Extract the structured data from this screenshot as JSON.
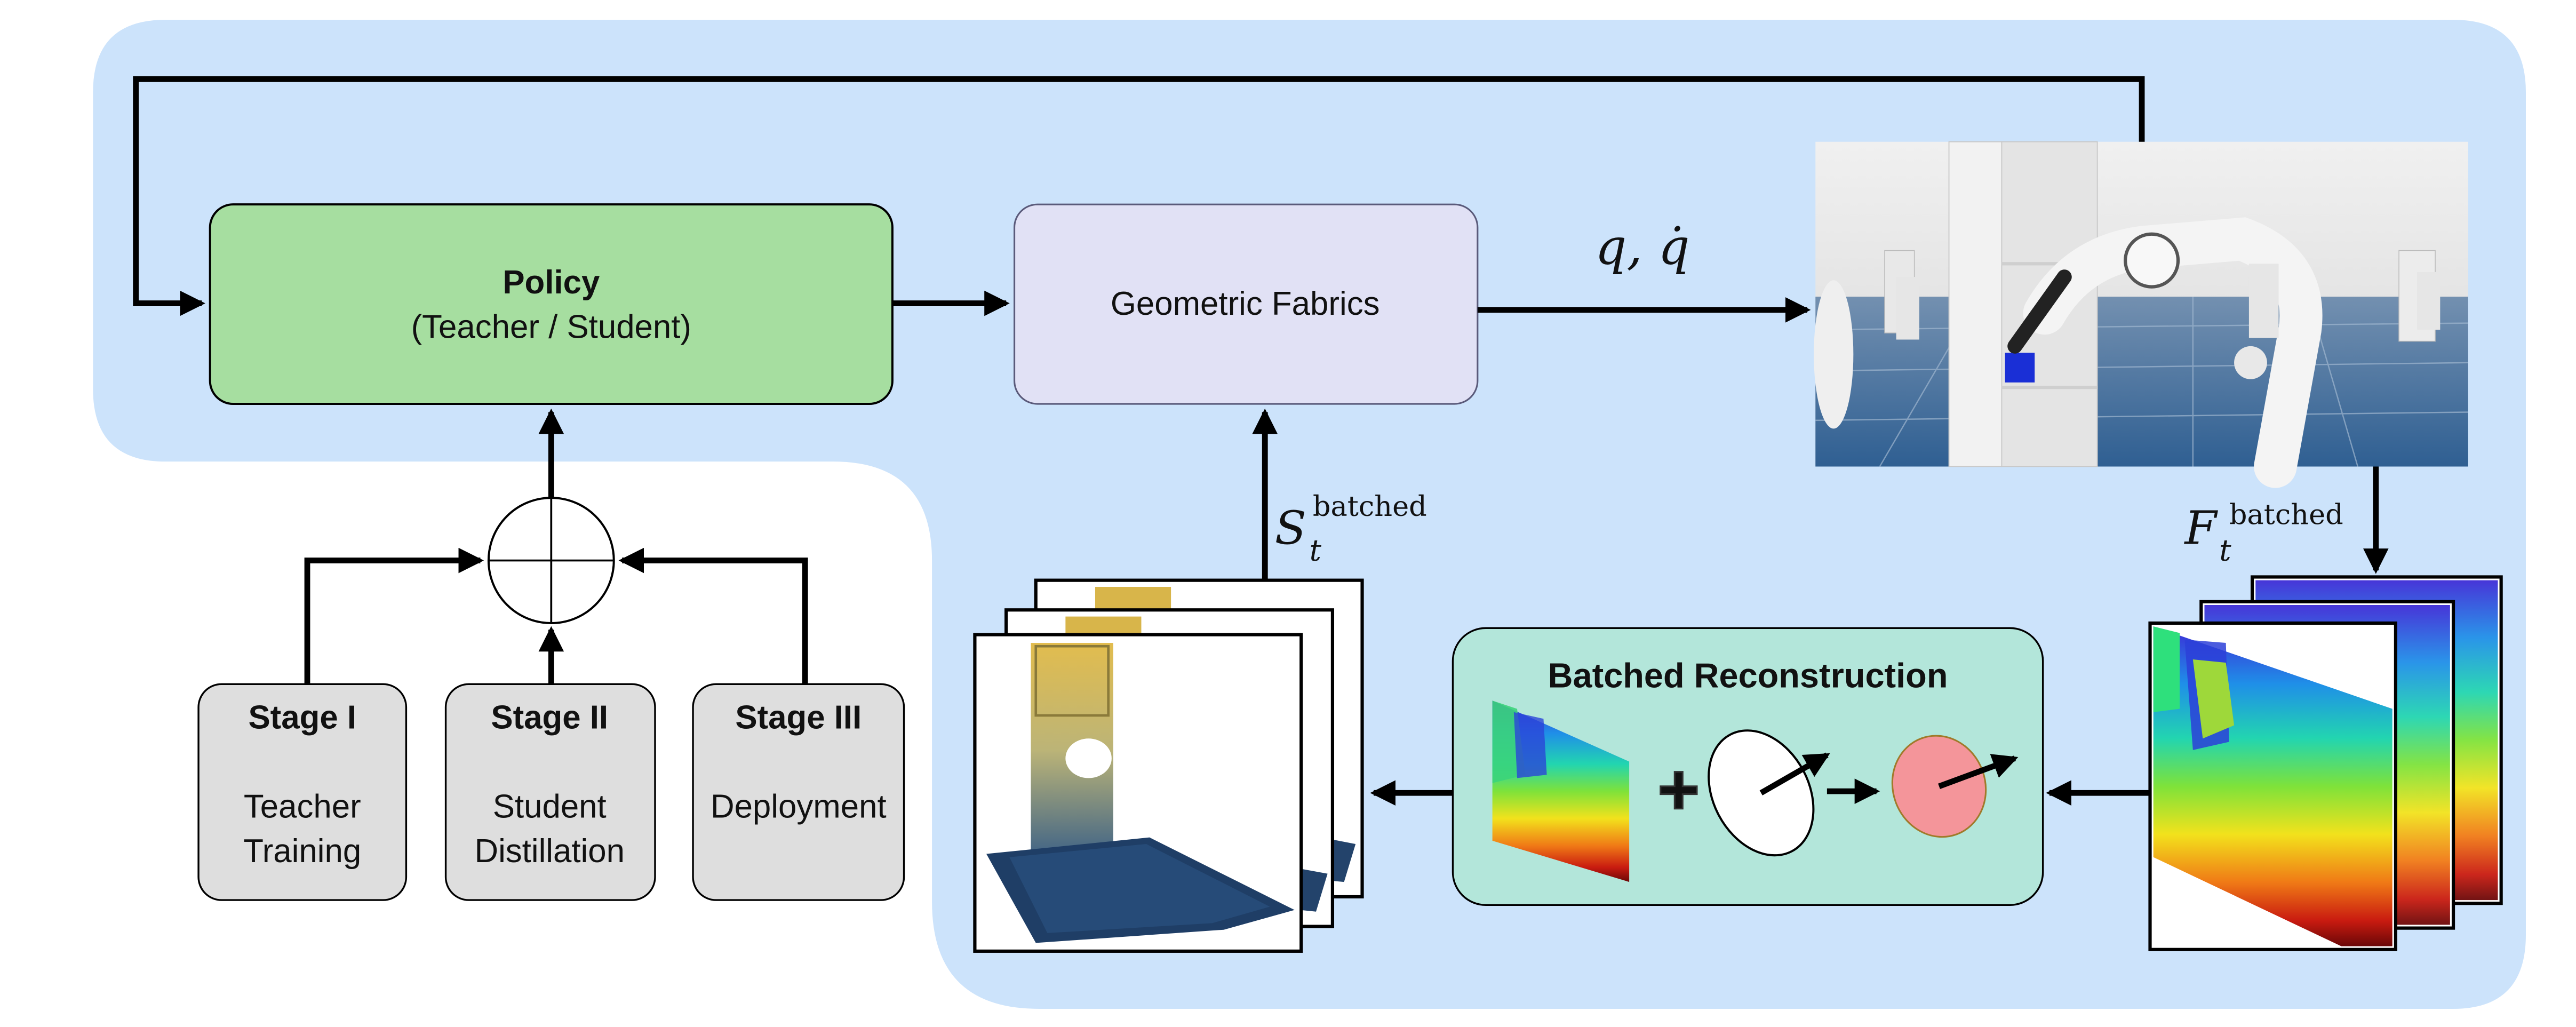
{
  "colors": {
    "region_bg": "#cce3fb",
    "policy_fill": "#a6dea0",
    "fabrics_fill": "#e1e1f5",
    "recon_fill": "#b3e6da",
    "stage_fill": "#dedede",
    "stroke": "#000000"
  },
  "policy": {
    "title": "Policy",
    "subtitle": "(Teacher / Student)"
  },
  "fabrics": {
    "label": "Geometric Fabrics"
  },
  "state_label": {
    "text": "q, q̇"
  },
  "stages": [
    {
      "title": "Stage I",
      "line1": "Teacher",
      "line2": "Training"
    },
    {
      "title": "Stage II",
      "line1": "Student",
      "line2": "Distillation"
    },
    {
      "title": "Stage III",
      "line1": "Deployment",
      "line2": ""
    }
  ],
  "scene_symbol": {
    "base": "S",
    "sub": "t",
    "sup": "batched"
  },
  "frame_symbol": {
    "base": "F",
    "sub": "t",
    "sup": "batched"
  },
  "recon": {
    "title": "Batched Reconstruction",
    "plus": "+"
  },
  "icons": {
    "sum_junction": "circle-plus-icon",
    "sim_view": "robot-simulation-image",
    "point_cloud": "point-cloud-image",
    "depth": "depth-map-image",
    "ellipse": "ellipse-normal-icon"
  }
}
